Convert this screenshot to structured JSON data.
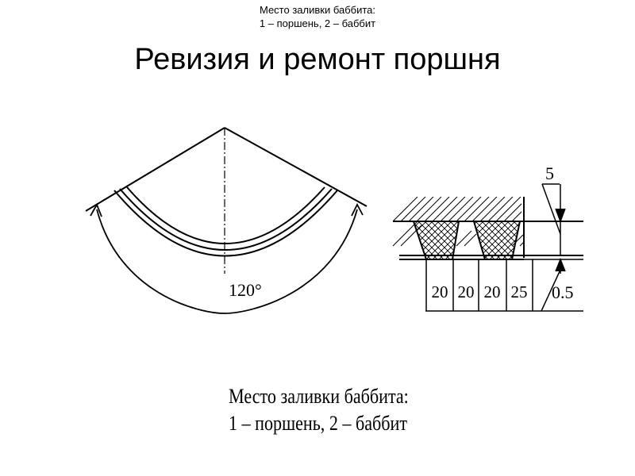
{
  "header": {
    "caption_line1": "Место заливки баббита:",
    "caption_line2": "1 – поршень, 2 – баббит"
  },
  "title": "Ревизия и ремонт поршня",
  "sector_drawing": {
    "angle_label": "120°"
  },
  "groove_drawing": {
    "dim_top": "5",
    "dim_bottom": "0.5",
    "widths": [
      "20",
      "20",
      "20",
      "25"
    ]
  },
  "footer": {
    "caption_line1": "Место заливки баббита:",
    "caption_line2": "1 – поршень, 2 – баббит"
  }
}
